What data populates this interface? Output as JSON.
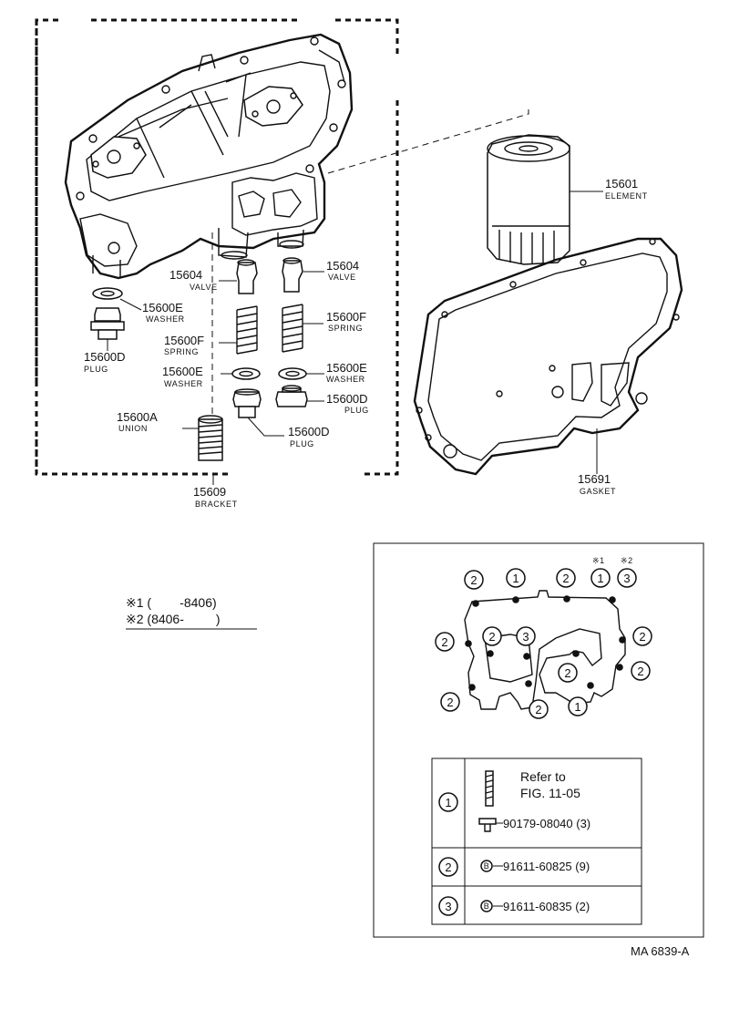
{
  "parts": {
    "p15601": {
      "number": "15601",
      "name": "ELEMENT"
    },
    "p15604_left": {
      "number": "15604",
      "name": "VALVE"
    },
    "p15604_right": {
      "number": "15604",
      "name": "VALVE"
    },
    "p15600E_top": {
      "number": "15600E",
      "name": "WASHER"
    },
    "p15600E_mid": {
      "number": "15600E",
      "name": "WASHER"
    },
    "p15600E_right": {
      "number": "15600E",
      "name": "WASHER"
    },
    "p15600F_right": {
      "number": "15600F",
      "name": "SPRING"
    },
    "p15600F_left": {
      "number": "15600F",
      "name": "SPRING"
    },
    "p15600D_left": {
      "number": "15600D",
      "name": "PLUG"
    },
    "p15600D_right": {
      "number": "15600D",
      "name": "PLUG"
    },
    "p15600D_bottom": {
      "number": "15600D",
      "name": "PLUG"
    },
    "p15600A": {
      "number": "15600A",
      "name": "UNION"
    },
    "p15609": {
      "number": "15609",
      "name": "BRACKET"
    },
    "p15691": {
      "number": "15691",
      "name": "GASKET"
    }
  },
  "notes": {
    "note1": "※1 (        -8406)",
    "note2": "※2 (8406-         )"
  },
  "inset": {
    "marks": {
      "m1": "※1",
      "m2": "※2"
    },
    "bolt_numbers": {
      "b_top_1": "2",
      "b_top_2": "1",
      "b_top_3": "2",
      "b_top_4": "1",
      "b_top_5": "3",
      "b_left_1": "2",
      "b_inner_1": "2",
      "b_inner_2": "3",
      "b_right_1": "2",
      "b_right_2": "2",
      "b_mid_right": "2",
      "b_bot_1": "2",
      "b_bot_2": "2",
      "b_bot_3": "1"
    },
    "legend": [
      {
        "id": "1",
        "refer_line1": "Refer to",
        "refer_line2": "FIG. 11-05",
        "part": "90179-08040 (3)"
      },
      {
        "id": "2",
        "part": "91611-60825 (9)"
      },
      {
        "id": "3",
        "part": "91611-60835 (2)"
      }
    ],
    "bolt_symbol": "B"
  },
  "figure_code": "MA 6839-A"
}
